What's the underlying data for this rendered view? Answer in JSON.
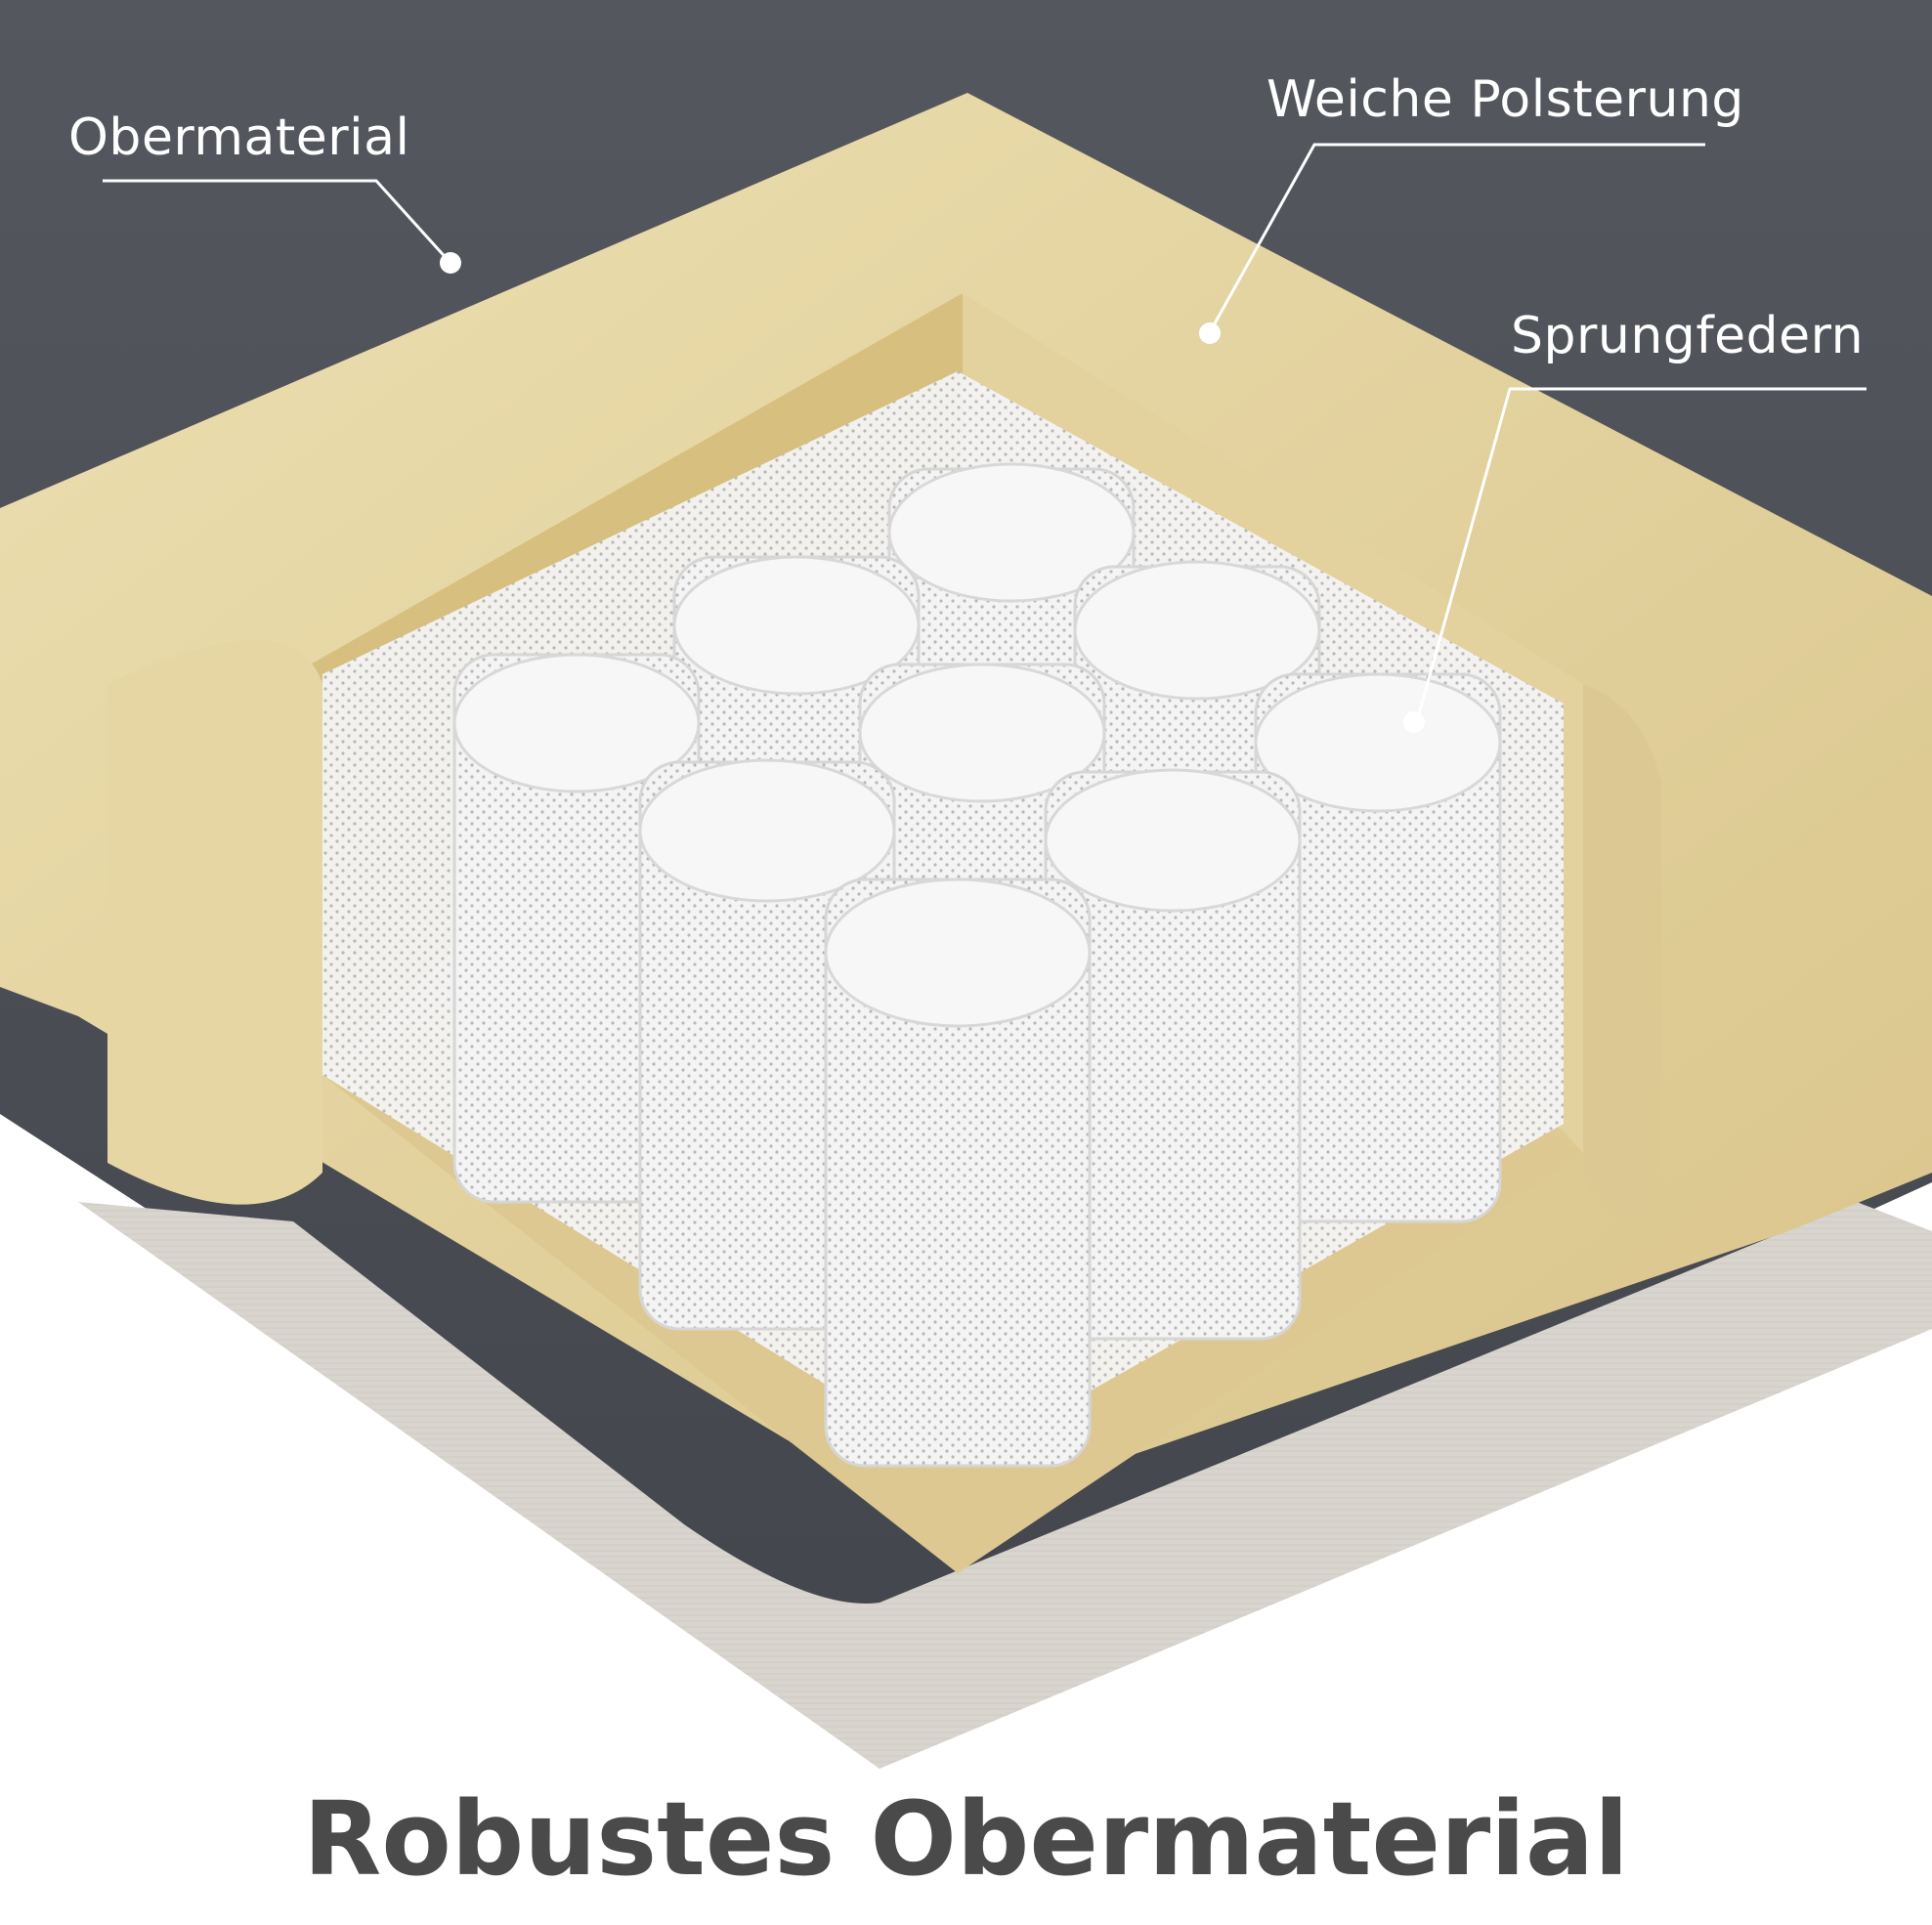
{
  "callouts": {
    "top_fabric": "Obermaterial",
    "padding": "Weiche Polsterung",
    "springs": "Sprungfedern"
  },
  "caption": "Robustes Obermaterial",
  "colors": {
    "fabric": "#4b4d55",
    "foam": "#e8d9a8",
    "spring": "#f2f2f2",
    "base": "#d9d5d0",
    "caption": "#4a4a4a"
  }
}
